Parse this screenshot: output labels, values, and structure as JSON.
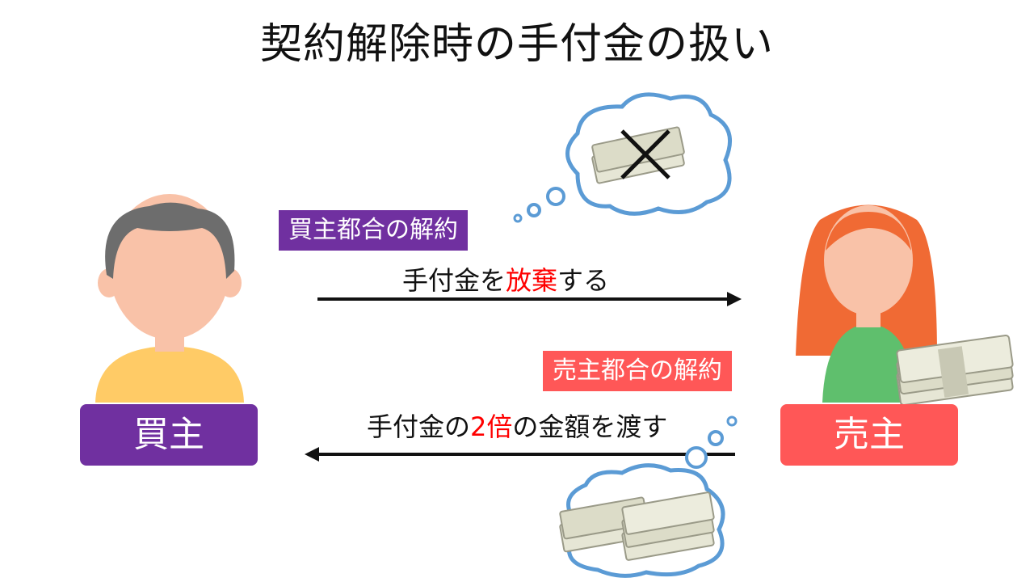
{
  "title": "契約解除時の手付金の扱い",
  "buyer_case": {
    "label": "買主都合の解約",
    "action_prefix": "手付金を",
    "action_highlight": "放棄",
    "action_suffix": "する"
  },
  "seller_case": {
    "label": "売主都合の解約",
    "action_prefix": "手付金の",
    "action_highlight": "2倍",
    "action_suffix": "の金額を渡す"
  },
  "buyer_name": "買主",
  "seller_name": "売主",
  "colors": {
    "purple": "#7030a0",
    "red": "#ff5757",
    "highlight": "#ff0000",
    "cloud_outline": "#5b9bd5",
    "skin": "#f9c2a8",
    "buyer_hair": "#6d6d6d",
    "buyer_shirt": "#ffcb66",
    "seller_hair": "#f06a34",
    "seller_shirt": "#5fbf6d",
    "money": "#dcdcc8"
  }
}
